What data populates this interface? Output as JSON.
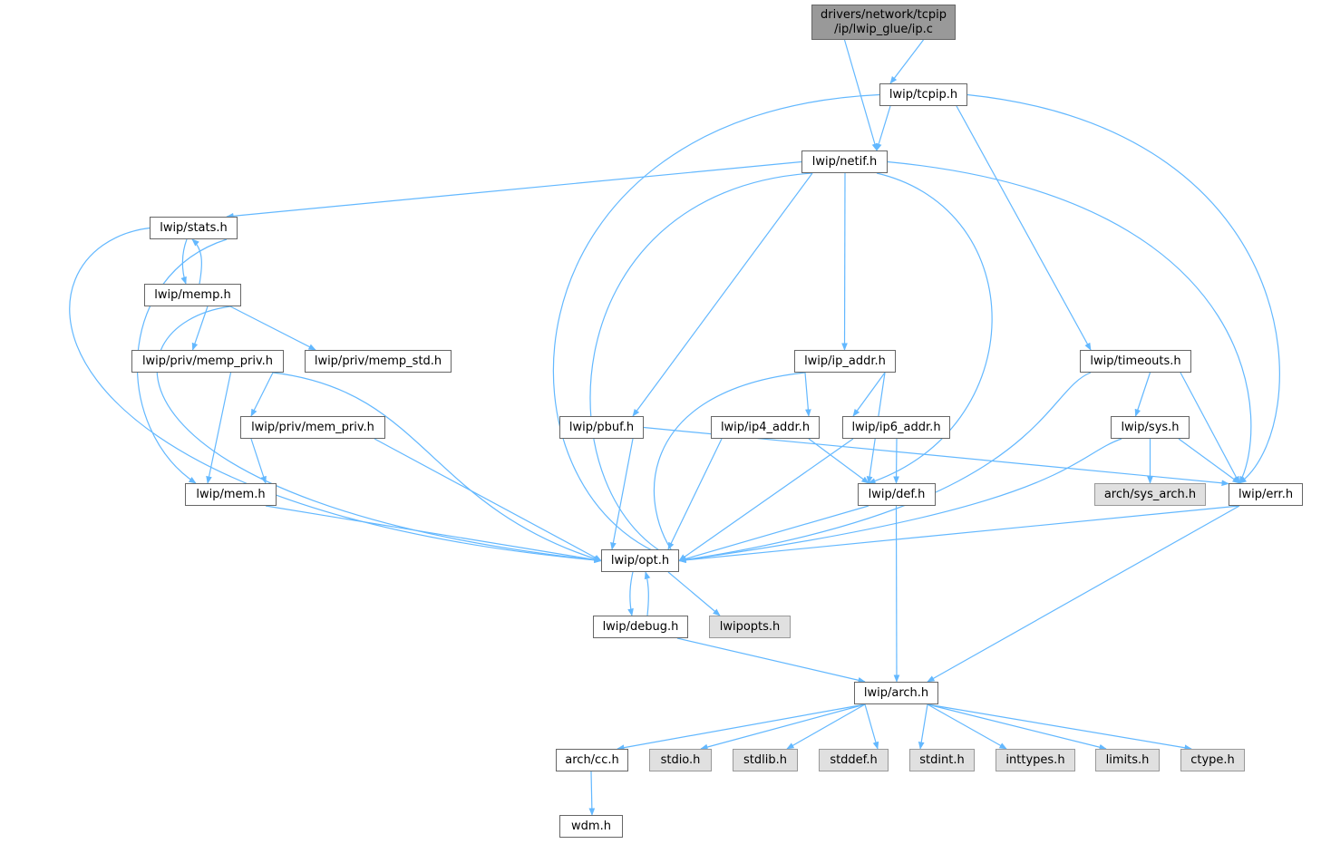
{
  "graph": {
    "type": "include-dependency-graph",
    "edge_color": "#63b8ff",
    "nodes": [
      {
        "id": "root",
        "label": "drivers/network/tcpip\n/ip/lwip_glue/ip.c",
        "kind": "root"
      },
      {
        "id": "tcpip",
        "label": "lwip/tcpip.h",
        "kind": "doc"
      },
      {
        "id": "netif",
        "label": "lwip/netif.h",
        "kind": "doc"
      },
      {
        "id": "stats",
        "label": "lwip/stats.h",
        "kind": "doc"
      },
      {
        "id": "memp",
        "label": "lwip/memp.h",
        "kind": "doc"
      },
      {
        "id": "memp_priv",
        "label": "lwip/priv/memp_priv.h",
        "kind": "doc"
      },
      {
        "id": "memp_std",
        "label": "lwip/priv/memp_std.h",
        "kind": "doc"
      },
      {
        "id": "mem_priv",
        "label": "lwip/priv/mem_priv.h",
        "kind": "doc"
      },
      {
        "id": "mem",
        "label": "lwip/mem.h",
        "kind": "doc"
      },
      {
        "id": "ip_addr",
        "label": "lwip/ip_addr.h",
        "kind": "doc"
      },
      {
        "id": "ip4",
        "label": "lwip/ip4_addr.h",
        "kind": "doc"
      },
      {
        "id": "ip6",
        "label": "lwip/ip6_addr.h",
        "kind": "doc"
      },
      {
        "id": "pbuf",
        "label": "lwip/pbuf.h",
        "kind": "doc"
      },
      {
        "id": "def",
        "label": "lwip/def.h",
        "kind": "doc"
      },
      {
        "id": "timeouts",
        "label": "lwip/timeouts.h",
        "kind": "doc"
      },
      {
        "id": "sys",
        "label": "lwip/sys.h",
        "kind": "doc"
      },
      {
        "id": "sys_arch",
        "label": "arch/sys_arch.h",
        "kind": "ext"
      },
      {
        "id": "err",
        "label": "lwip/err.h",
        "kind": "doc"
      },
      {
        "id": "opt",
        "label": "lwip/opt.h",
        "kind": "doc"
      },
      {
        "id": "debug",
        "label": "lwip/debug.h",
        "kind": "doc"
      },
      {
        "id": "lwipopts",
        "label": "lwipopts.h",
        "kind": "ext"
      },
      {
        "id": "arch",
        "label": "lwip/arch.h",
        "kind": "doc"
      },
      {
        "id": "cc",
        "label": "arch/cc.h",
        "kind": "doc"
      },
      {
        "id": "stdio",
        "label": "stdio.h",
        "kind": "ext"
      },
      {
        "id": "stdlib",
        "label": "stdlib.h",
        "kind": "ext"
      },
      {
        "id": "stddef",
        "label": "stddef.h",
        "kind": "ext"
      },
      {
        "id": "stdint",
        "label": "stdint.h",
        "kind": "ext"
      },
      {
        "id": "inttypes",
        "label": "inttypes.h",
        "kind": "ext"
      },
      {
        "id": "limits",
        "label": "limits.h",
        "kind": "ext"
      },
      {
        "id": "ctype",
        "label": "ctype.h",
        "kind": "ext"
      },
      {
        "id": "wdm",
        "label": "wdm.h",
        "kind": "doc"
      }
    ],
    "edges": [
      [
        "root",
        "tcpip"
      ],
      [
        "root",
        "netif"
      ],
      [
        "tcpip",
        "netif"
      ],
      [
        "tcpip",
        "opt"
      ],
      [
        "tcpip",
        "timeouts"
      ],
      [
        "tcpip",
        "err"
      ],
      [
        "netif",
        "stats"
      ],
      [
        "netif",
        "opt"
      ],
      [
        "netif",
        "pbuf"
      ],
      [
        "netif",
        "ip_addr"
      ],
      [
        "netif",
        "def"
      ],
      [
        "netif",
        "err"
      ],
      [
        "stats",
        "memp"
      ],
      [
        "memp",
        "stats"
      ],
      [
        "stats",
        "mem"
      ],
      [
        "stats",
        "opt"
      ],
      [
        "memp",
        "memp_priv"
      ],
      [
        "memp",
        "memp_std"
      ],
      [
        "memp",
        "opt"
      ],
      [
        "memp_priv",
        "mem"
      ],
      [
        "memp_priv",
        "mem_priv"
      ],
      [
        "memp_priv",
        "opt"
      ],
      [
        "mem_priv",
        "mem"
      ],
      [
        "mem_priv",
        "opt"
      ],
      [
        "mem",
        "opt"
      ],
      [
        "ip_addr",
        "opt"
      ],
      [
        "ip_addr",
        "ip4"
      ],
      [
        "ip_addr",
        "ip6"
      ],
      [
        "ip_addr",
        "def"
      ],
      [
        "ip4",
        "opt"
      ],
      [
        "ip4",
        "def"
      ],
      [
        "ip6",
        "opt"
      ],
      [
        "ip6",
        "def"
      ],
      [
        "pbuf",
        "opt"
      ],
      [
        "pbuf",
        "err"
      ],
      [
        "def",
        "opt"
      ],
      [
        "def",
        "arch"
      ],
      [
        "timeouts",
        "opt"
      ],
      [
        "timeouts",
        "sys"
      ],
      [
        "timeouts",
        "err"
      ],
      [
        "sys",
        "opt"
      ],
      [
        "sys",
        "sys_arch"
      ],
      [
        "sys",
        "err"
      ],
      [
        "err",
        "opt"
      ],
      [
        "err",
        "arch"
      ],
      [
        "opt",
        "debug"
      ],
      [
        "debug",
        "opt"
      ],
      [
        "opt",
        "lwipopts"
      ],
      [
        "debug",
        "arch"
      ],
      [
        "arch",
        "cc"
      ],
      [
        "arch",
        "stdio"
      ],
      [
        "arch",
        "stdlib"
      ],
      [
        "arch",
        "stddef"
      ],
      [
        "arch",
        "stdint"
      ],
      [
        "arch",
        "inttypes"
      ],
      [
        "arch",
        "limits"
      ],
      [
        "arch",
        "ctype"
      ],
      [
        "cc",
        "wdm"
      ]
    ]
  }
}
